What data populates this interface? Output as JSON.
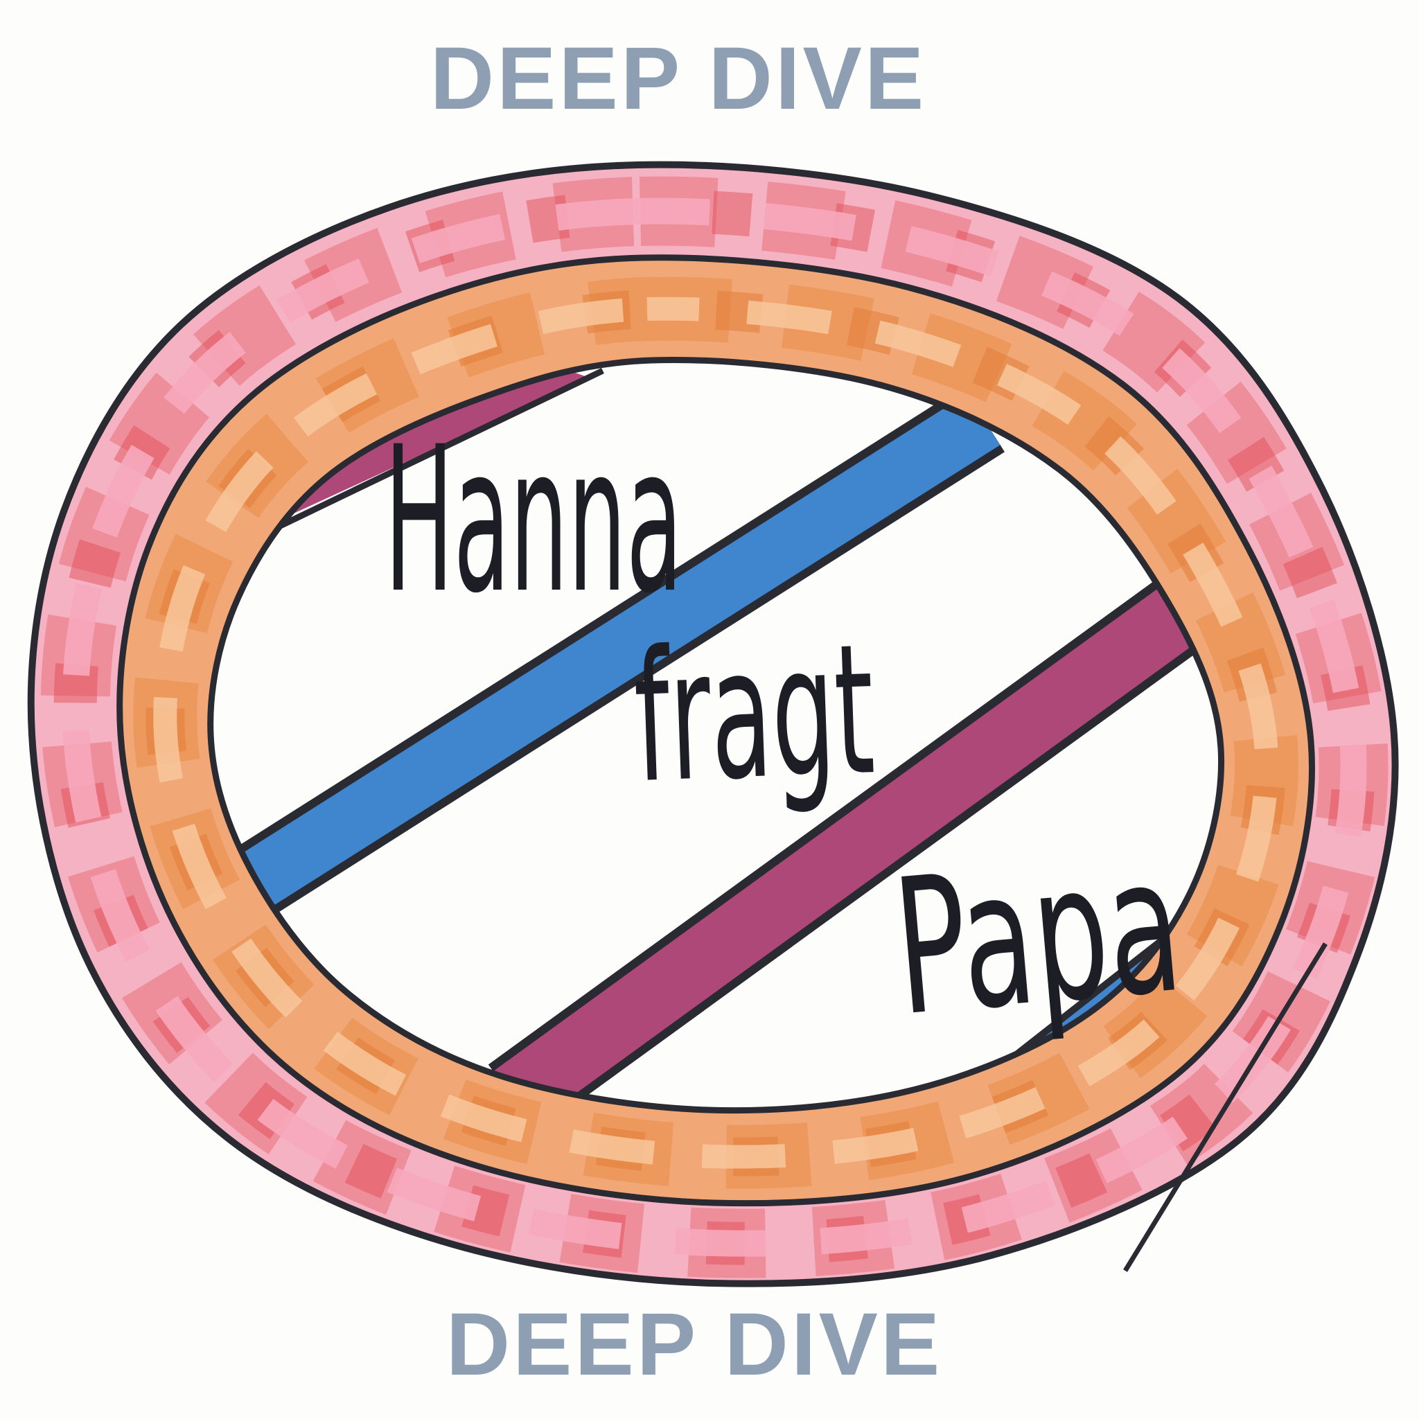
{
  "header": {
    "title": "DEEP DIVE"
  },
  "footer": {
    "title": "DEEP DIVE"
  },
  "drawing": {
    "words": {
      "line1": "Hanna",
      "line2": "fragt",
      "line3": "Papa"
    },
    "colors": {
      "title": "#8e9fb4",
      "ink": "#1d1d26",
      "outline": "#2a2a32",
      "background": "#fdfdfc",
      "pink": "#f5b2c3",
      "pink_streak_mid": "#ea6a74",
      "pink_streak_dark": "#e04a50",
      "pink_streak_light": "#f7a8bd",
      "orange": "#f1a876",
      "orange_streak_mid": "#ea8a44",
      "orange_streak_dark": "#e0762f",
      "orange_streak_light": "#f8c79c",
      "purple": "#ad4879",
      "blue": "#3f86cf"
    }
  }
}
